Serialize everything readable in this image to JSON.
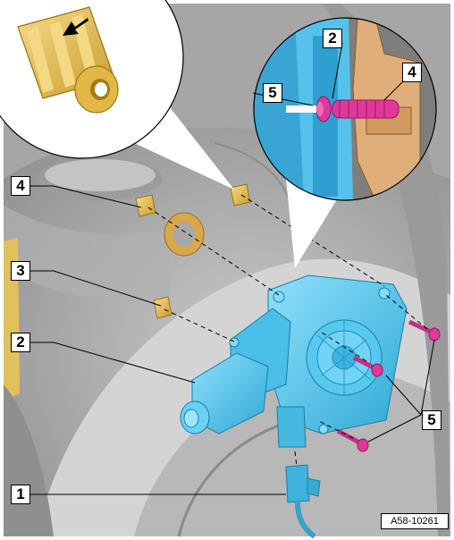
{
  "callouts": {
    "c1": "1",
    "c2_main": "2",
    "c2_detail": "2",
    "c3": "3",
    "c4_main": "4",
    "c4_detail": "4",
    "c5_main": "5",
    "c5_detail": "5"
  },
  "reference_code": "A58-10261",
  "colors": {
    "motor": "#4fc6ee",
    "screw": "#e0389a",
    "bushing": "#e8c75a",
    "door_trim": "#e0ae7a",
    "door_panel": "#bfbfbf",
    "background": "#ffffff"
  },
  "icons": [
    "arrow-pointer-icon"
  ]
}
